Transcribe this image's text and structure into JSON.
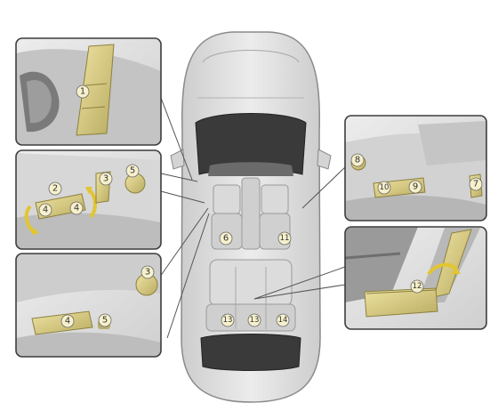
{
  "callouts": [
    {
      "id": "c1",
      "label": "1"
    },
    {
      "id": "c2",
      "label": "2"
    },
    {
      "id": "c3a",
      "label": "3"
    },
    {
      "id": "c4a",
      "label": "4"
    },
    {
      "id": "c4b",
      "label": "4"
    },
    {
      "id": "c5a",
      "label": "5"
    },
    {
      "id": "c3b",
      "label": "3"
    },
    {
      "id": "c4c",
      "label": "4"
    },
    {
      "id": "c5b",
      "label": "5"
    },
    {
      "id": "c6",
      "label": "6"
    },
    {
      "id": "c11",
      "label": "11"
    },
    {
      "id": "c13a",
      "label": "13"
    },
    {
      "id": "c13b",
      "label": "13"
    },
    {
      "id": "c14",
      "label": "14"
    },
    {
      "id": "c8",
      "label": "8"
    },
    {
      "id": "c10",
      "label": "10"
    },
    {
      "id": "c9",
      "label": "9"
    },
    {
      "id": "c7",
      "label": "7"
    },
    {
      "id": "c12",
      "label": "12"
    }
  ],
  "colors": {
    "background": "#ffffff",
    "panel_background": "#e6e6e6",
    "panel_border": "#3d3d3d",
    "car_body": "#e3e3e3",
    "car_outline": "#8a8a8a",
    "glass": "#3a3a3a",
    "seat": "#d2d2d2",
    "highlight_control": "#d9cc84",
    "leader_line": "#555555"
  }
}
